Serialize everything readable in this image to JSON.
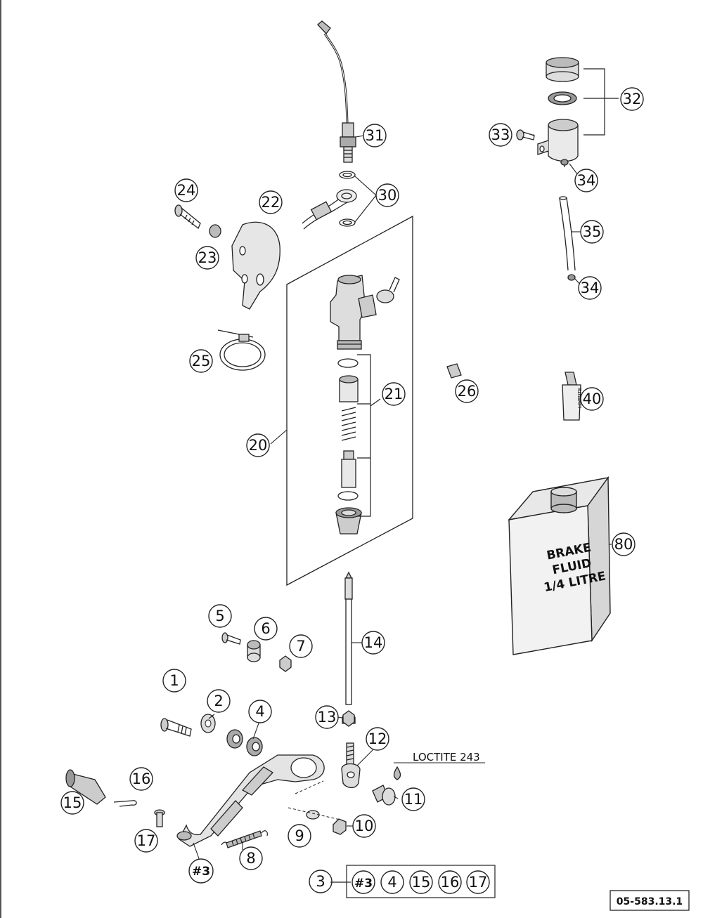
{
  "diagram": {
    "part_numbers": [
      "1",
      "2",
      "3",
      "4",
      "5",
      "6",
      "7",
      "8",
      "9",
      "10",
      "11",
      "12",
      "13",
      "14",
      "15",
      "16",
      "17",
      "20",
      "21",
      "22",
      "23",
      "24",
      "25",
      "26",
      "30",
      "31",
      "32",
      "33",
      "34",
      "34",
      "35",
      "40",
      "80"
    ],
    "assembly_label": "#3",
    "kit_number": "3",
    "kit_contents": [
      "#3",
      "4",
      "15",
      "16",
      "17"
    ],
    "note": "LOCTITE 243",
    "fluid_can_label": [
      "BRAKE",
      "FLUID",
      "1/4 LITRE"
    ],
    "bottle_label": "LOCTITE",
    "reference": "05-583.13.1"
  }
}
